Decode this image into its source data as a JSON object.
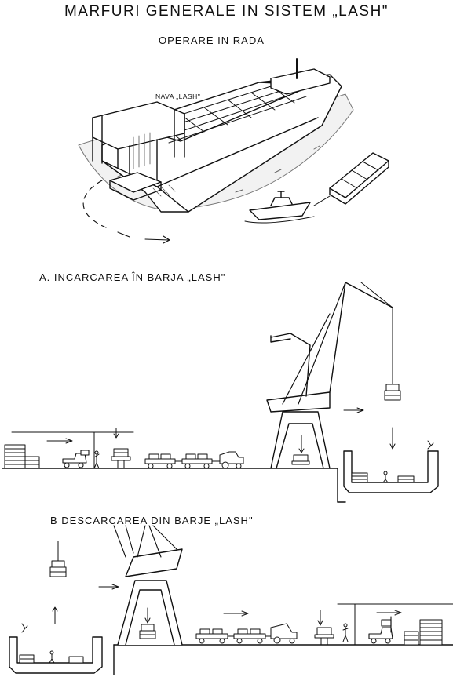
{
  "diagram": {
    "title": "MARFURI GENERALE IN SISTEM „LASH\"",
    "subtitle": "OPERARE IN RADA",
    "ship_label": "NAVA „LASH\"",
    "section_a_label": "A. INCARCAREA ÎN  BARJA „LASH\"",
    "section_b_label": "B  DESCARCAREA DIN  BARJE „LASH\""
  },
  "colors": {
    "ink": "#111111",
    "paper": "#ffffff",
    "hatch": "#555555"
  }
}
